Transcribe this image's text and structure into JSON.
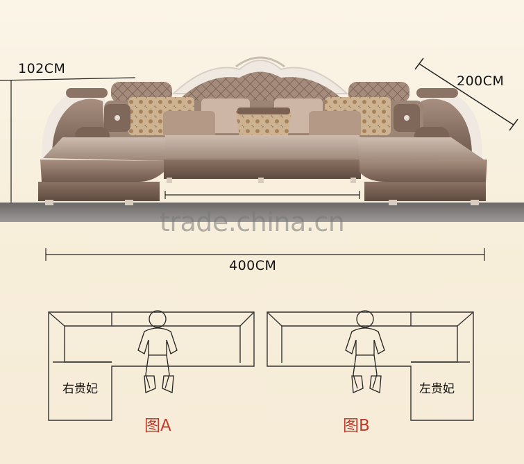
{
  "dimensions": {
    "height": "102CM",
    "depth": "200CM",
    "width": "400CM"
  },
  "watermark": "trade.china.cn",
  "diagram_a": {
    "seat_label": "右贵妃",
    "caption": "图A"
  },
  "diagram_b": {
    "seat_label": "左贵妃",
    "caption": "图B"
  },
  "colors": {
    "background": "#f7eedb",
    "sofa_taupe": "#8d7668",
    "sofa_frame": "#efe9e2",
    "caption_red": "#c23a2a"
  }
}
